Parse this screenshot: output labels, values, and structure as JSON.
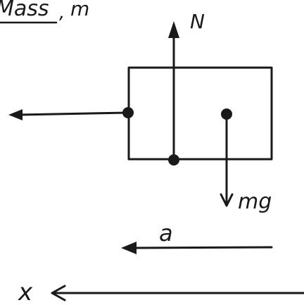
{
  "labels": {
    "mass_title": "Mass",
    "mass_separator": ",",
    "mass_symbol": "m",
    "normal_force": "N",
    "weight": "mg",
    "acceleration": "a",
    "x_axis": "x"
  },
  "colors": {
    "ink": "#1a1a1a",
    "background": "#ffffff"
  }
}
